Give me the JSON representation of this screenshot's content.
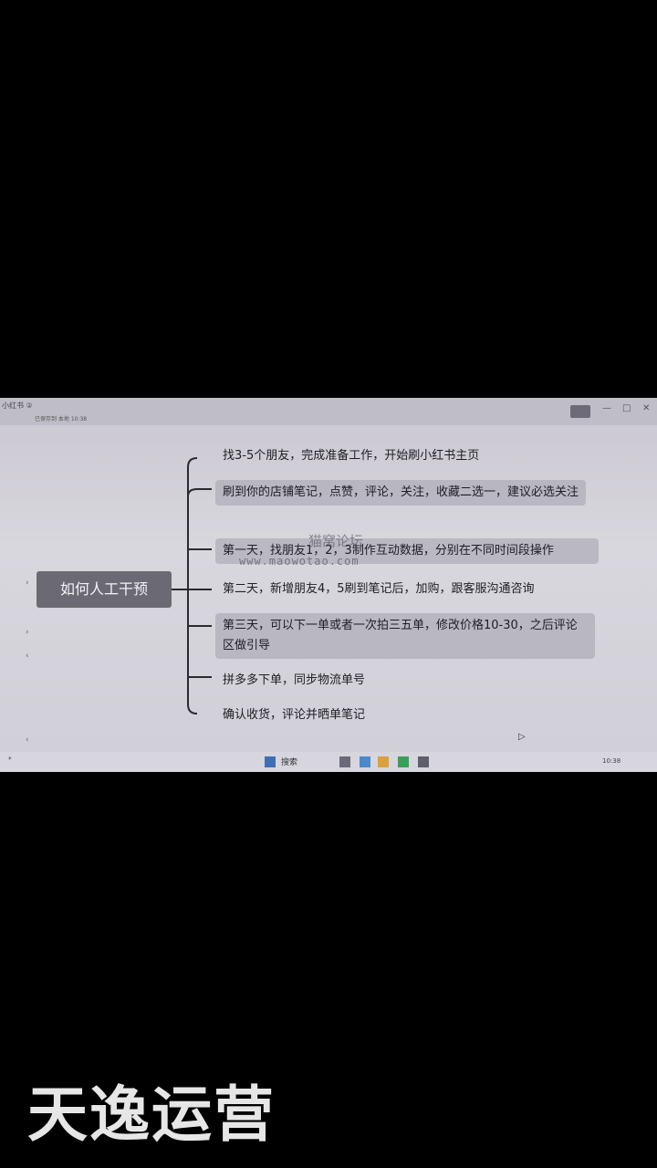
{
  "window": {
    "title_text": "小红书 ②",
    "subtitle_text": "已保存到 本地 10:38"
  },
  "mindmap": {
    "root_label": "如何人工干预",
    "branches": [
      "找3-5个朋友，完成准备工作，开始刷小红书主页",
      "刷到你的店铺笔记，点赞，评论，关注，收藏二选一，建议必选关注",
      "第一天，找朋友1，2，3制作互动数据，分别在不同时间段操作",
      "第二天，新增朋友4，5刷到笔记后，加购，跟客服沟通咨询",
      "第三天，可以下一单或者一次拍三五单，修改价格10-30，之后评论区做引导",
      "拼多多下单，同步物流单号",
      "确认收货，评论并晒单笔记"
    ]
  },
  "watermark": {
    "cn": "猫窝论坛",
    "url": "www.maowotao.com"
  },
  "taskbar": {
    "search_text": "搜索",
    "tray_text": "10:38"
  },
  "overlay": {
    "brand_text": "天逸运营"
  },
  "colors": {
    "root_bg": "#6b6a74",
    "node_bg": "#afadba",
    "screen_bg": "#d9d7de"
  }
}
